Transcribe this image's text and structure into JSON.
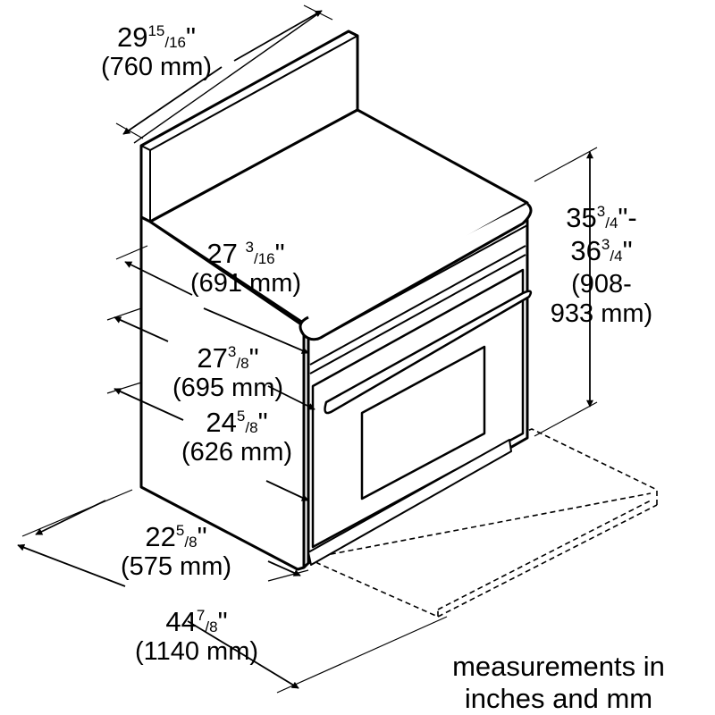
{
  "dimensions": {
    "top_width": {
      "whole": "29",
      "num": "15",
      "den": "16",
      "unit": "\"",
      "mm": "(760 mm)"
    },
    "depth_counter": {
      "whole": "27 ",
      "num": "3",
      "den": "16",
      "unit": "\"",
      "mm": "(691 mm)"
    },
    "depth_door": {
      "whole": "27",
      "num": "3",
      "den": "8",
      "unit": "\"",
      "mm": "(695 mm)"
    },
    "depth_body": {
      "whole": "24",
      "num": "5",
      "den": "8",
      "unit": "\"",
      "mm": "(626 mm)"
    },
    "depth_base": {
      "whole": "22",
      "num": "5",
      "den": "8",
      "unit": "\"",
      "mm": "(575 mm)"
    },
    "door_open": {
      "whole": "44",
      "num": "7",
      "den": "8",
      "unit": "\"",
      "mm": "(1140 mm)"
    },
    "height": {
      "line1": {
        "whole": "35",
        "num": "3",
        "den": "4",
        "unit": "\"-"
      },
      "line2": {
        "whole": "36",
        "num": "3",
        "den": "4",
        "unit": "\""
      },
      "mm_line1": "(908-",
      "mm_line2": "933 mm)"
    }
  },
  "note": {
    "line1": "measurements in",
    "line2": "inches and mm"
  },
  "colors": {
    "stroke": "#000000",
    "fill": "#ffffff"
  }
}
